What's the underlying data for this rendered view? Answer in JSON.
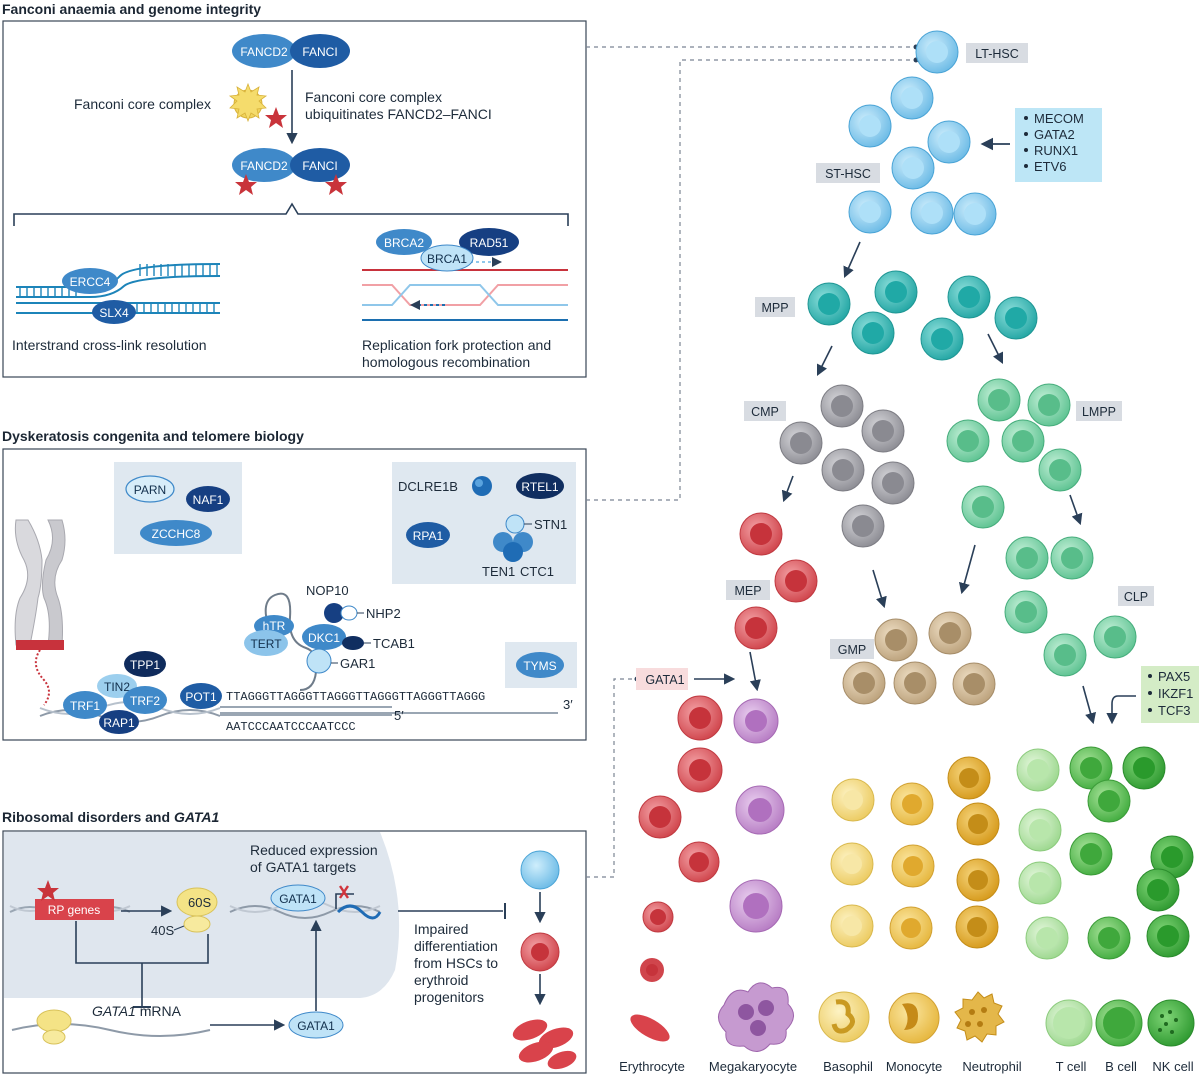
{
  "panels": {
    "fanconi": {
      "title": "Fanconi anaemia and genome integrity",
      "fancd2": "FANCD2",
      "fanci": "FANCI",
      "core_label": "Fanconi core complex",
      "step_line1": "Fanconi core complex",
      "step_line2": "ubiquitinates FANCD2–FANCI",
      "ercc4": "ERCC4",
      "slx4": "SLX4",
      "icl_label": "Interstrand cross-link resolution",
      "brca2": "BRCA2",
      "rad51": "RAD51",
      "brca1": "BRCA1",
      "fork_line1": "Replication fork protection and",
      "fork_line2": "homologous recombination"
    },
    "dyskeratosis": {
      "title": "Dyskeratosis congenita and telomere biology",
      "parn": "PARN",
      "naf1": "NAF1",
      "zcchc8": "ZCCHC8",
      "dclre1b": "DCLRE1B",
      "rtel1": "RTEL1",
      "rpa1": "RPA1",
      "stn1": "STN1",
      "ten1": "TEN1",
      "ctc1": "CTC1",
      "htr": "hTR",
      "nop10": "NOP10",
      "nhp2": "NHP2",
      "tert": "TERT",
      "dkc1": "DKC1",
      "tcab1": "TCAB1",
      "gar1": "GAR1",
      "tyms": "TYMS",
      "tpp1": "TPP1",
      "tin2": "TIN2",
      "trf1": "TRF1",
      "trf2": "TRF2",
      "pot1": "POT1",
      "rap1": "RAP1",
      "seq_top": "TTAGGGTTAGGGTTAGGGTTAGGGTTAGGGTTAGGG",
      "seq_top_end": "3′",
      "seq_bottom": "AATCCCAATCCCAATCCC",
      "seq_bottom_end": "5′"
    },
    "ribosomal": {
      "title_plain": "Ribosomal disorders and ",
      "title_italic": "GATA1",
      "rp_genes": "RP genes",
      "s60": "60S",
      "s40": "40S",
      "reduced_line1": "Reduced expression",
      "reduced_line2": "of GATA1 targets",
      "gata1": "GATA1",
      "mrna_italic": "GATA1",
      "mrna_plain": " mRNA",
      "gata1_protein": "GATA1",
      "impaired_line1": "Impaired",
      "impaired_line2": "differentiation",
      "impaired_line3": "from HSCs to",
      "impaired_line4": "erythroid",
      "impaired_line5": "progenitors"
    }
  },
  "hierarchy": {
    "lt_hsc": "LT-HSC",
    "st_hsc": "ST-HSC",
    "mpp": "MPP",
    "cmp": "CMP",
    "lmpp": "LMPP",
    "mep": "MEP",
    "gmp": "GMP",
    "clp": "CLP",
    "gata1_tag": "GATA1",
    "hsc_factors": [
      "MECOM",
      "GATA2",
      "RUNX1",
      "ETV6"
    ],
    "lymph_factors": [
      "PAX5",
      "IKZF1",
      "TCF3"
    ],
    "cell_types": [
      "Erythrocyte",
      "Megakaryocyte",
      "Basophil",
      "Monocyte",
      "Neutrophil",
      "T cell",
      "B cell",
      "NK cell"
    ]
  },
  "colors": {
    "hsc": "#8ccdf0",
    "mpp": "#2ebcb8",
    "cmp": "#9d9da3",
    "lmpp": "#6ccf9e",
    "erythroid": "#d9464d",
    "megakaryocyte": "#c186cc",
    "gmp": "#c9b089",
    "basophil": "#f3db7d",
    "monocyte": "#f0c35a",
    "neutrophil": "#e4ad2a",
    "lymphoid": "#5cc25a",
    "protein_light": "#a9d6f1",
    "protein_mid": "#2f7fc0",
    "protein_dark": "#113d78",
    "panel_fill": "#dfe8f0",
    "factor_box": "#bde6f6",
    "lymph_factor_box": "#d4ecc6",
    "gata1_tag_box": "#f8dcdd"
  }
}
